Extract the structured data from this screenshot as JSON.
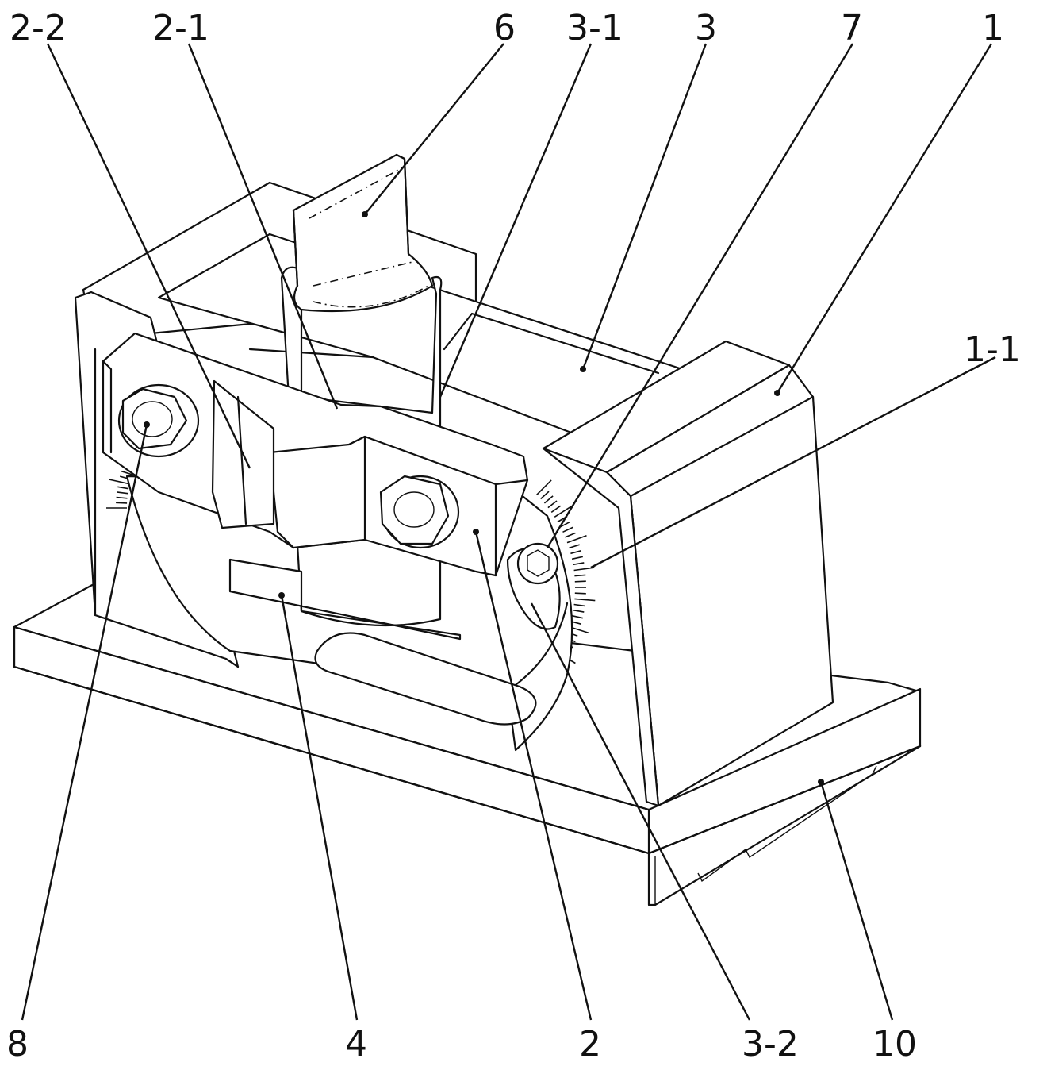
{
  "figure": {
    "labels": [
      {
        "id": "2-2",
        "text": "2-2"
      },
      {
        "id": "2-1",
        "text": "2-1"
      },
      {
        "id": "6",
        "text": "6"
      },
      {
        "id": "3-1",
        "text": "3-1"
      },
      {
        "id": "3",
        "text": "3"
      },
      {
        "id": "7",
        "text": "7"
      },
      {
        "id": "1",
        "text": "1"
      },
      {
        "id": "1-1",
        "text": "1-1"
      },
      {
        "id": "8",
        "text": "8"
      },
      {
        "id": "4",
        "text": "4"
      },
      {
        "id": "2",
        "text": "2"
      },
      {
        "id": "3-2",
        "text": "3-2"
      },
      {
        "id": "10",
        "text": "10"
      }
    ]
  }
}
